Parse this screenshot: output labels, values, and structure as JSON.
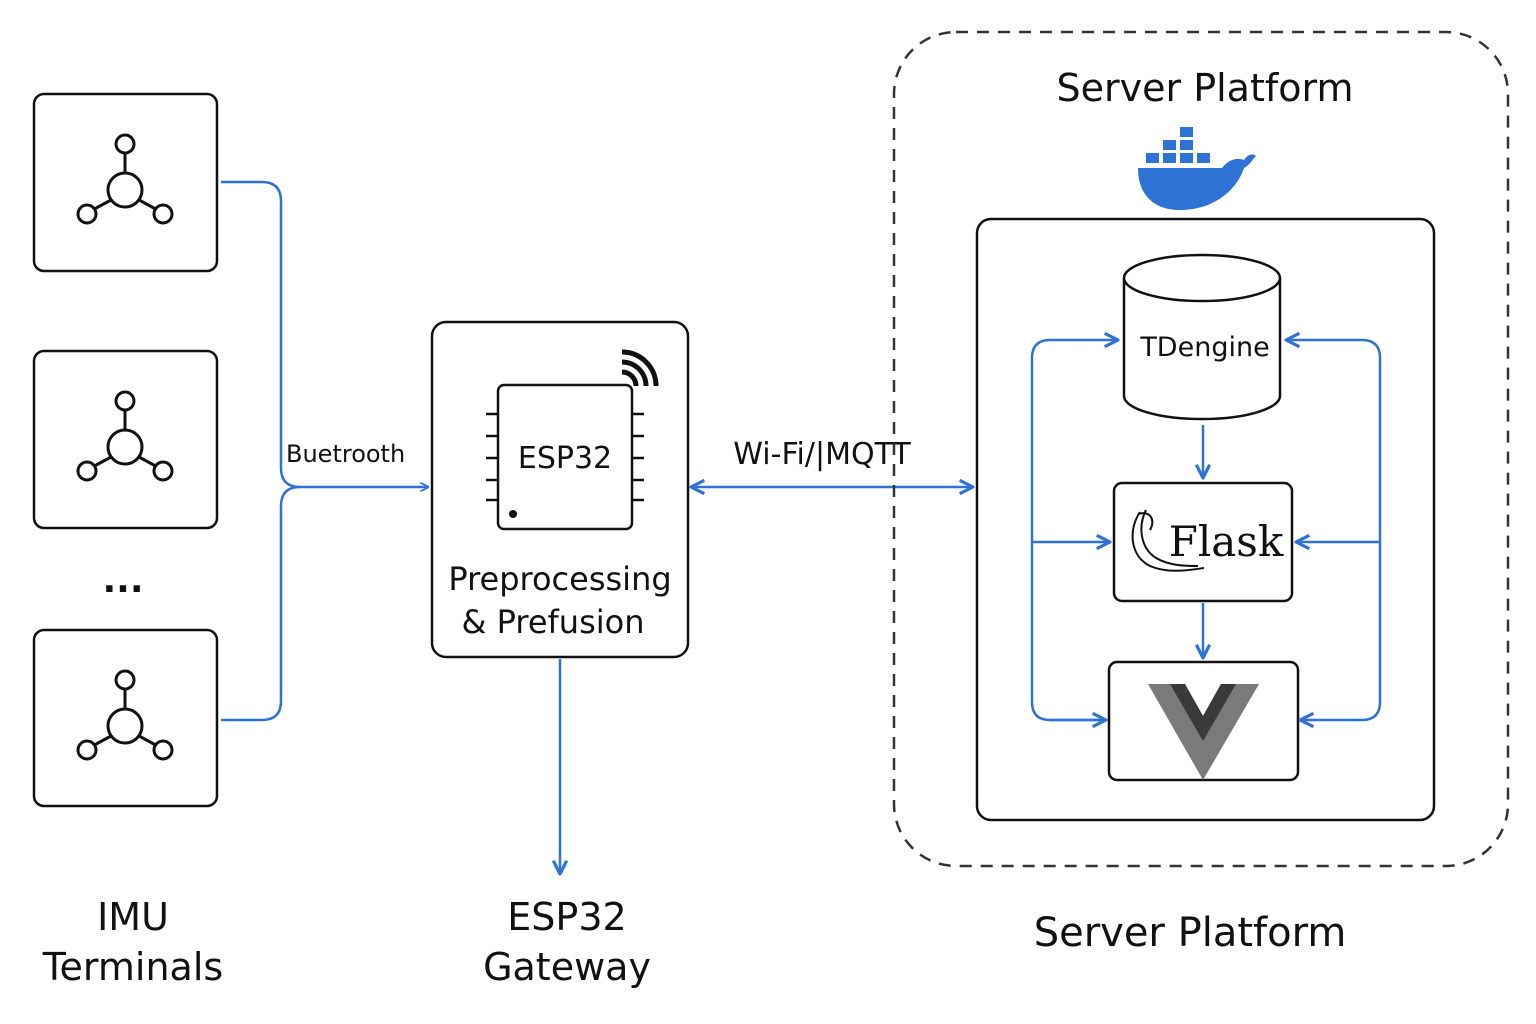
{
  "colors": {
    "line": "#2f72d6",
    "stroke": "#111111",
    "docker": "#2f72d6",
    "vue_dark": "#3a3a3a",
    "vue_light": "#7a7a7a"
  },
  "imu": {
    "terminals": [
      {
        "icon": "imu-sensor-icon"
      },
      {
        "icon": "imu-sensor-icon"
      },
      {
        "icon": "imu-sensor-icon"
      }
    ],
    "ellipsis": "...",
    "caption_line1": "IMU",
    "caption_line2": "Terminals"
  },
  "links": {
    "bluetooth_label": "Buetrooth",
    "wifi_label": "Wi-Fi/|MQTT"
  },
  "gateway": {
    "chip_label": "ESP32",
    "desc_line1": "Preprocessing",
    "desc_line2": "& Prefusion",
    "wifi_icon": "wifi-signal-icon",
    "caption_line1": "ESP32",
    "caption_line2": "Gateway"
  },
  "server": {
    "title": "Server Platform",
    "docker_icon": "docker-whale-icon",
    "database_label": "TDengine",
    "flask_label": "Flask",
    "flask_icon": "flask-horn-icon",
    "vue_icon": "vue-logo-icon",
    "caption": "Server Platform"
  }
}
